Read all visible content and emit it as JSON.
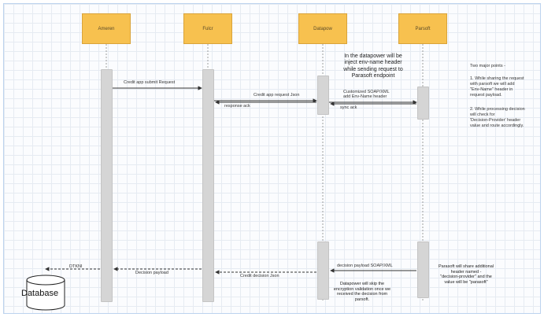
{
  "actors": [
    {
      "id": "a1",
      "label": "Ameren"
    },
    {
      "id": "a2",
      "label": "Fulcr"
    },
    {
      "id": "a3",
      "label": "Datapow"
    },
    {
      "id": "a4",
      "label": "Parsoft"
    }
  ],
  "messages": {
    "m1": "Credit app submit Request",
    "m2": "Credit app request Json",
    "m3": "response ack",
    "m4": "Customized SOAP/XML\nadd Env-Name header",
    "m5": "sync ack",
    "m6": "decision payload SOAP/XML",
    "m7": "Credit decision Json",
    "m8": "Decision payload",
    "m9": "DTKNI"
  },
  "notes": {
    "datapower_top": "In the datapower will be\ninject env-name header\nwhile sending request to\nParasoft endpoint",
    "datapower_bottom": "Datapower will skip the\nencryption validation once we\nreceived the decision from\nparsoft.",
    "parasoft_bottom": "Parasoft will share additional\nheader named -\n\"decision-provider\" and the\nvalue will be \"parasoft\""
  },
  "side_note": {
    "title": "Two major points  -",
    "point1": "1. While sharing the request\nwith parsoft we will add\n\"Env-Name\" header in\nrequest payload.",
    "point2": "2. While processing decision\nwill check for\n'Decision-Provider' header\nvalue and route accordingly."
  },
  "database": {
    "label": "Database"
  }
}
